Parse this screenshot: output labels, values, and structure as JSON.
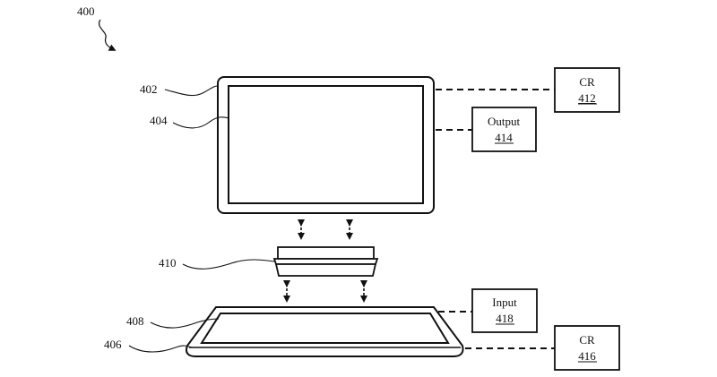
{
  "labels": {
    "fig_ref": "400",
    "display_outer": "402",
    "display_inner": "404",
    "keyboard_outer": "406",
    "keyboard_inner": "408",
    "hinge": "410"
  },
  "boxes": {
    "cr_top": {
      "title": "CR",
      "ref": "412"
    },
    "output": {
      "title": "Output",
      "ref": "414"
    },
    "input": {
      "title": "Input",
      "ref": "418"
    },
    "cr_bottom": {
      "title": "CR",
      "ref": "416"
    }
  },
  "colors": {
    "line": "#111111",
    "background": "#ffffff"
  }
}
